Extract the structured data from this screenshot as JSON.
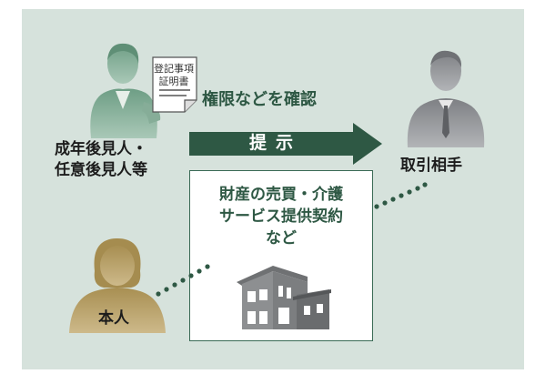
{
  "guardian": {
    "label_line1": "成年後見人・",
    "label_line2": "任意後見人等"
  },
  "certificate": {
    "line1": "登記事項",
    "line2": "証明書"
  },
  "counterparty": {
    "label": "取引相手"
  },
  "principal": {
    "label": "本人"
  },
  "action": {
    "confirm_text": "権限などを確認",
    "arrow_text": "提示"
  },
  "contract": {
    "line1": "財産の売買・介護",
    "line2": "サービス提供契約",
    "line3": "など"
  },
  "colors": {
    "panel_bg": "#d6e2dc",
    "dark_green": "#2e5844",
    "guardian_green": "#7da58e",
    "counterparty_gray": "#8f9195",
    "principal_tan": "#b79f63",
    "house_gray": "#7c7e80"
  }
}
